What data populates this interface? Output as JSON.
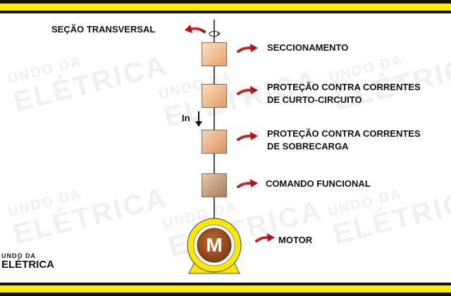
{
  "labels": {
    "secao": "SEÇÃO TRANSVERSAL",
    "seccionamento": "SECCIONAMENTO",
    "curto_line1": "PROTEÇÃO CONTRA CORRENTES",
    "curto_line2": "DE CURTO-CIRCUITO",
    "sobre_line1": "PROTEÇÃO CONTRA CORRENTES",
    "sobre_line2": "DE SOBRECARGA",
    "comando": "COMANDO FUNCIONAL",
    "motor": "MOTOR",
    "in_label": "In",
    "motor_letter": "M"
  },
  "logo": {
    "line1": "UNDO DA",
    "line2": "ELÉTRICA"
  },
  "watermark": {
    "line1": "UNDO DA",
    "line2": "ELÉTRICA"
  },
  "colors": {
    "frame_yellow": "#ffee00",
    "frame_black": "#111111",
    "arrow_red": "#b3141a",
    "motor_yellow": "#ffe600",
    "motor_brown": "#8a4a1c"
  },
  "icons": {
    "pointer": "red-curved-arrow-icon",
    "current": "down-arrow-icon",
    "section": "rotation-ellipse-icon"
  }
}
